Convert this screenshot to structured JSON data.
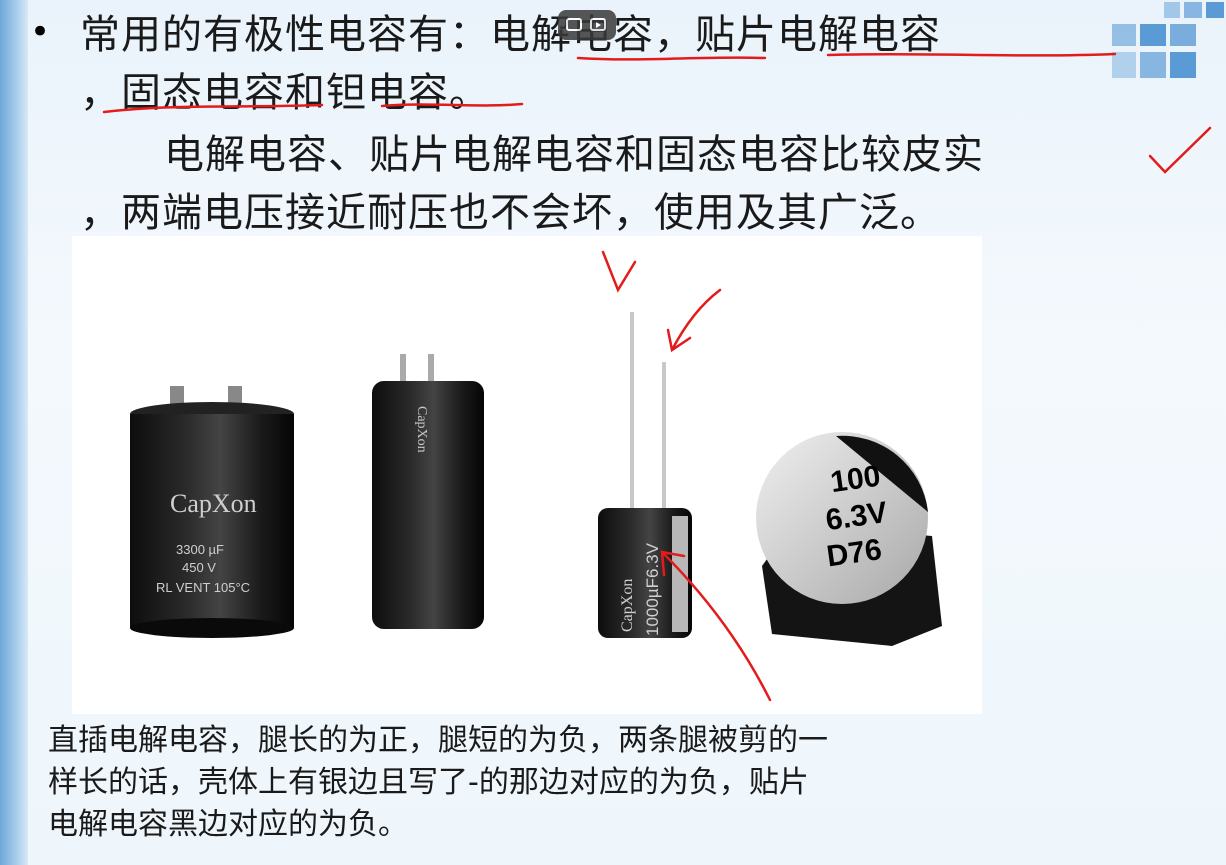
{
  "slide": {
    "bullet_char": "•",
    "line1": "常用的有极性电容有：电解电容，贴片电解电容",
    "line2": "，固态电容和钽电容。",
    "line3": "电解电容、贴片电解电容和固态电容比较皮实",
    "line4": "，两端电压接近耐压也不会坏，使用及其广泛。",
    "caption_line1": "直插电解电容，腿长的为正，腿短的为负，两条腿被剪的一",
    "caption_line2": "样长的话，壳体上有银边且写了-的那边对应的为负，贴片",
    "caption_line3": "电解电容黑边对应的为负。"
  },
  "capacitors": {
    "can_brand": "CapXon",
    "can_capacitance": "3300 µF",
    "can_voltage": "450 V",
    "can_rating": "RL VENT 105°C",
    "snapin_brand": "CapXon",
    "radial_brand": "CapXon",
    "radial_marking": "1000µF6.3V",
    "smd_line1": "100",
    "smd_line2": "6.3V",
    "smd_line3": "D76"
  },
  "colors": {
    "accent_blue": "#5b9bd5",
    "annotation_red": "#e31b1b"
  }
}
